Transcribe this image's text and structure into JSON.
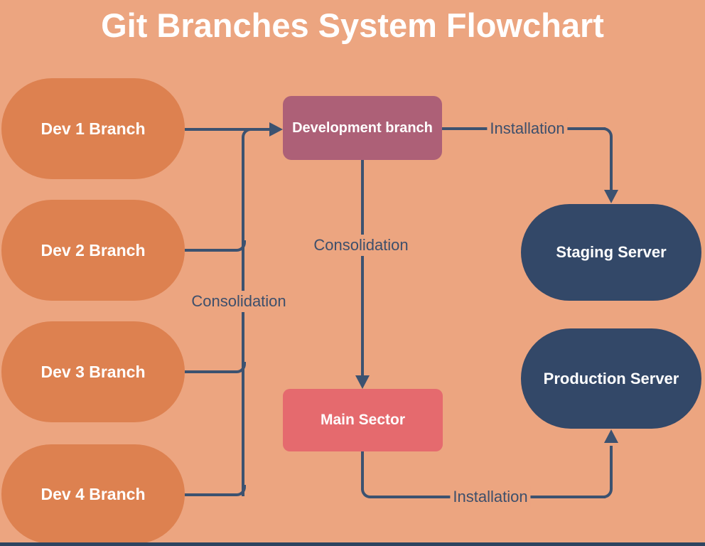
{
  "title": "Git Branches System Flowchart",
  "colors": {
    "background": "#ECA580",
    "dev_branch_fill": "#DD8150",
    "development_branch_fill": "#AD6077",
    "main_sector_fill": "#E56A6E",
    "server_fill": "#334868",
    "connector_line": "#3C5270",
    "edge_label_text": "#3D4F6B",
    "node_text": "#FFFFFF",
    "bottom_bar": "#2E4460"
  },
  "nodes": {
    "dev1": {
      "label": "Dev 1 Branch",
      "shape": "pill"
    },
    "dev2": {
      "label": "Dev 2 Branch",
      "shape": "pill"
    },
    "dev3": {
      "label": "Dev 3 Branch",
      "shape": "pill"
    },
    "dev4": {
      "label": "Dev 4 Branch",
      "shape": "pill"
    },
    "development": {
      "label": "Development branch",
      "shape": "rounded-rect"
    },
    "main_sector": {
      "label": "Main Sector",
      "shape": "rounded-rect"
    },
    "staging": {
      "label": "Staging Server",
      "shape": "pill"
    },
    "production": {
      "label": "Production Server",
      "shape": "pill"
    }
  },
  "edge_labels": {
    "consolidation_left": "Consolidation",
    "consolidation_center": "Consolidation",
    "installation_top": "Installation",
    "installation_bottom": "Installation"
  },
  "edges": [
    {
      "from": "Dev 1 Branch",
      "to": "Development branch",
      "label": "Consolidation"
    },
    {
      "from": "Dev 2 Branch",
      "to": "Development branch",
      "label": "Consolidation"
    },
    {
      "from": "Dev 3 Branch",
      "to": "Development branch",
      "label": "Consolidation"
    },
    {
      "from": "Dev 4 Branch",
      "to": "Development branch",
      "label": "Consolidation"
    },
    {
      "from": "Development branch",
      "to": "Staging Server",
      "label": "Installation"
    },
    {
      "from": "Development branch",
      "to": "Main Sector",
      "label": "Consolidation"
    },
    {
      "from": "Main Sector",
      "to": "Production Server",
      "label": "Installation"
    }
  ]
}
